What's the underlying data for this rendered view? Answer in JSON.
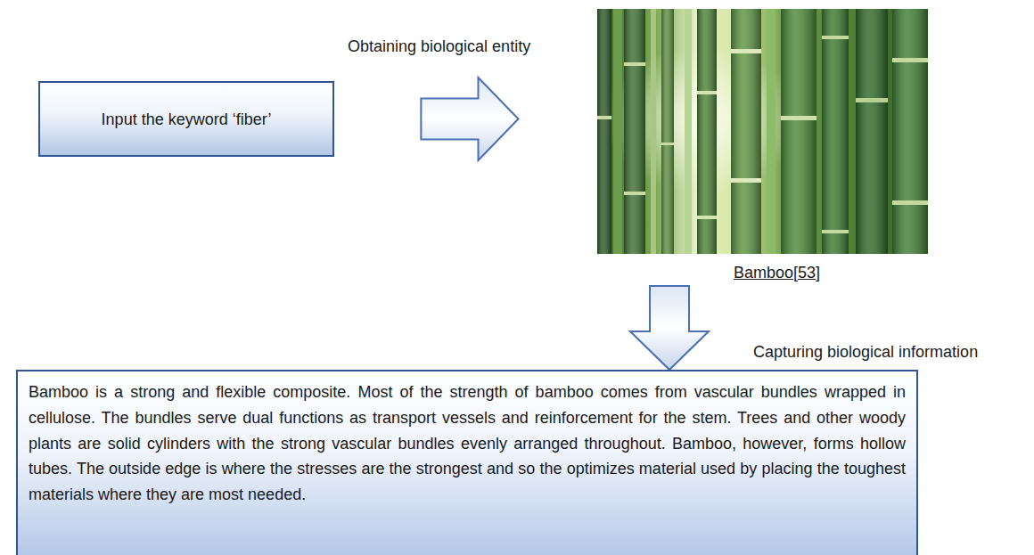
{
  "diagram": {
    "nodes": [
      {
        "text": [
          "Input the keyword ‘fiber’"
        ]
      },
      {
        "text": [
          "Bamboo[53]"
        ]
      },
      {
        "text": [
          "Bamboo is a strong and flexible composite. Most of the strength of bamboo comes from vascular bundles wrapped in cellulose. The bundles serve dual functions as transport vessels and reinforcement for the stem. Trees and other woody plants are solid cylinders with the strong vascular bundles evenly arranged throughout. Bamboo, however, forms hollow tubes. The outside edge is where the stresses are the strongest and so the optimizes material used by placing the toughest materials where they are most needed."
        ]
      }
    ],
    "edges": [
      {
        "from": 0,
        "to": 1,
        "arrow": "to",
        "label": "Obtaining biological entity"
      },
      {
        "from": 1,
        "to": 2,
        "arrow": "to",
        "label": "Capturing biological information"
      }
    ]
  }
}
